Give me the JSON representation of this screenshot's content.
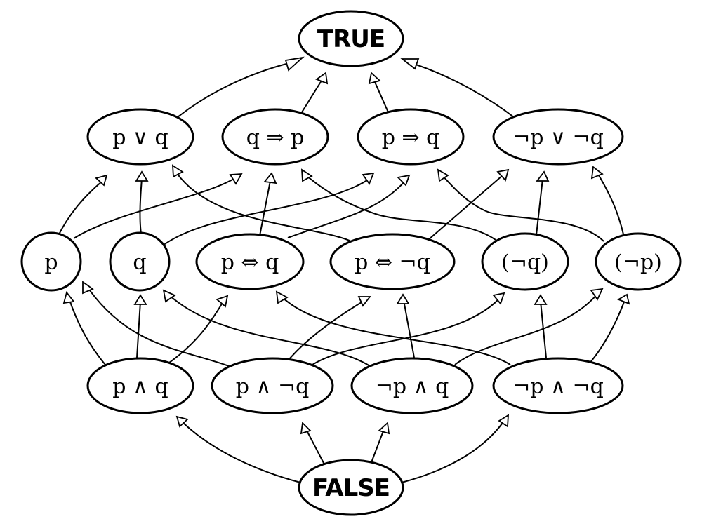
{
  "diagram": {
    "nodes": {
      "top": "TRUE",
      "bottom": "FALSE",
      "p_or_q": "p ∨ q",
      "q_implies_p": "q ⇒ p",
      "p_implies_q": "p ⇒ q",
      "notp_or_notq": "¬p ∨ ¬q",
      "p": "p",
      "q": "q",
      "p_iff_q": "p ⇔ q",
      "p_iff_notq": "p ⇔ ¬q",
      "notq": "(¬q)",
      "notp": "(¬p)",
      "p_and_q": "p ∧ q",
      "p_and_notq": "p ∧ ¬q",
      "notp_and_q": "¬p ∧ q",
      "notp_and_notq": "¬p ∧ ¬q"
    }
  }
}
